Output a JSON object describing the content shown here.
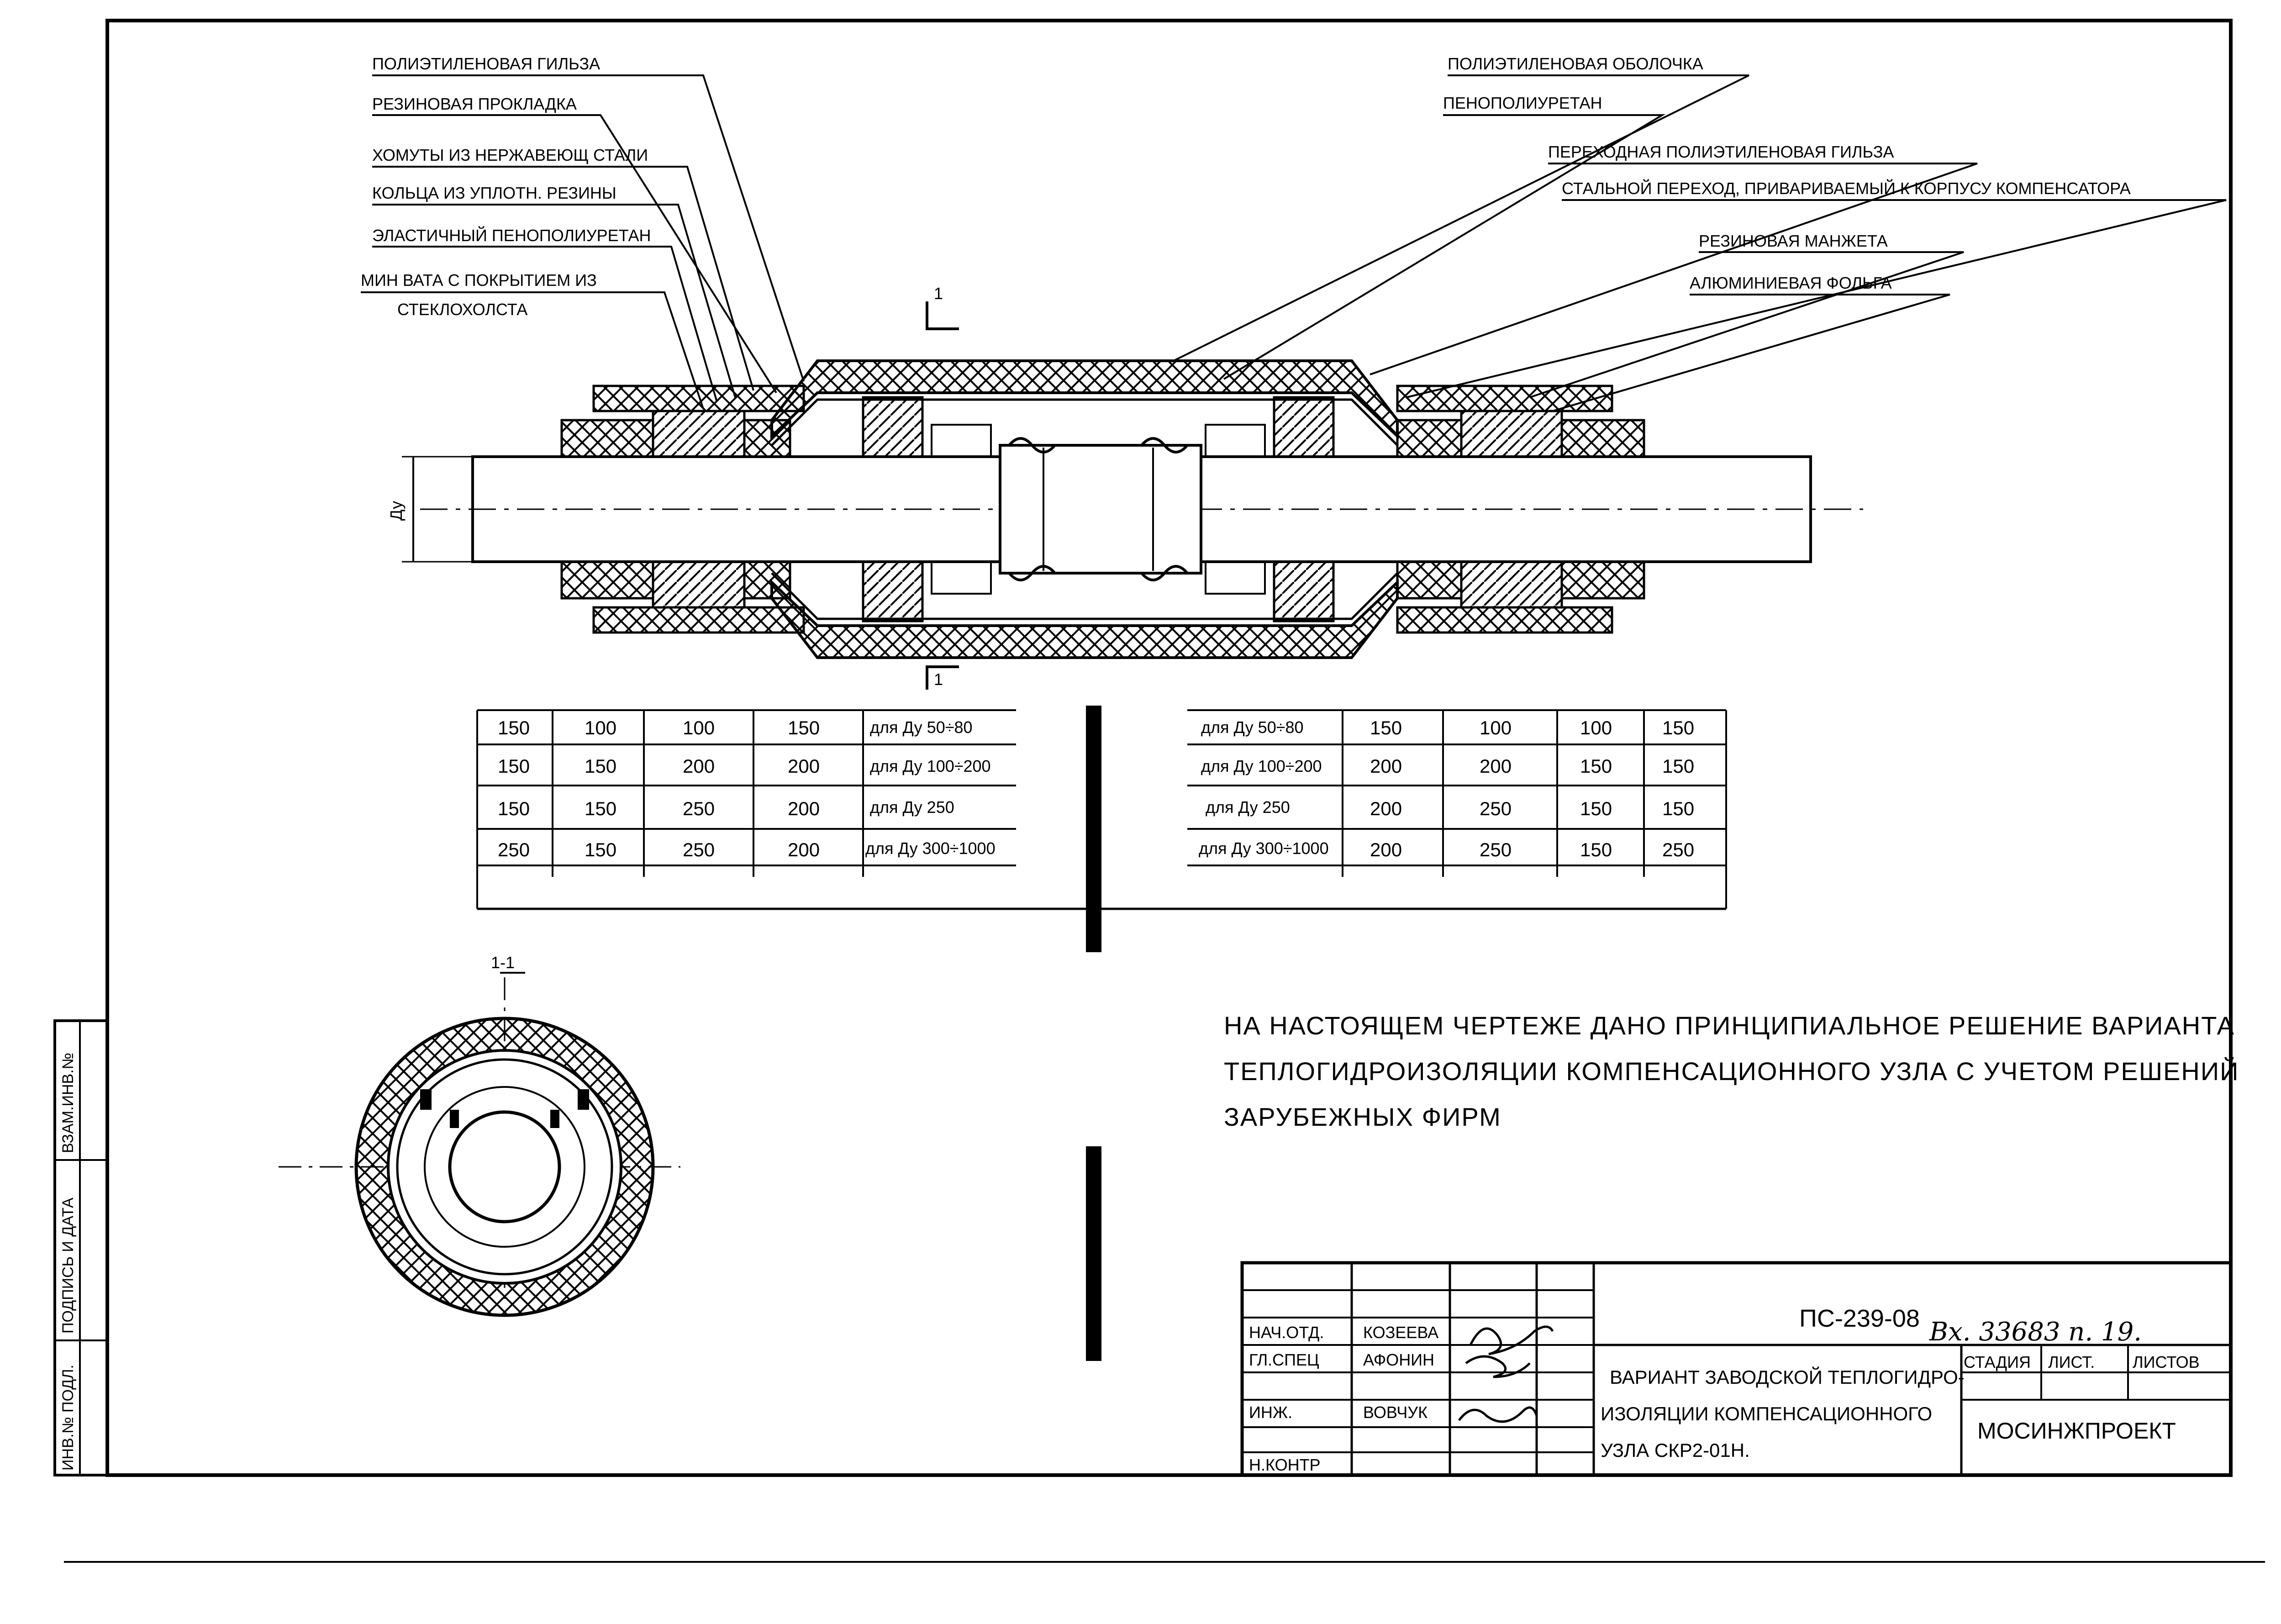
{
  "labels_left": [
    "ПОЛИЭТИЛЕНОВАЯ  ГИЛЬЗА",
    "РЕЗИНОВАЯ ПРОКЛАДКА",
    "ХОМУТЫ ИЗ НЕРЖАВЕЮЩ СТАЛИ",
    "КОЛЬЦА ИЗ УПЛОТН. РЕЗИНЫ",
    "ЭЛАСТИЧНЫЙ ПЕНОПОЛИУРЕТАН",
    "МИН ВАТА С ПОКРЫТИЕМ ИЗ",
    "СТЕКЛОХОЛСТА"
  ],
  "labels_right": [
    "ПОЛИЭТИЛЕНОВАЯ ОБОЛОЧКА",
    "ПЕНОПОЛИУРЕТАН",
    "ПЕРЕХОДНАЯ ПОЛИЭТИЛЕНОВАЯ  ГИЛЬЗА",
    "СТАЛЬНОЙ ПЕРЕХОД, ПРИВАРИВАЕМЫЙ К КОРПУСУ КОМПЕНСАТОРА",
    "РЕЗИНОВАЯ МАНЖЕТА",
    "АЛЮМИНИЕВАЯ ФОЛЬГА"
  ],
  "section_mark": "1",
  "dim_du": "Ду",
  "section_title": "1-1",
  "table_left": [
    [
      "150",
      "100",
      "100",
      "150",
      "для Ду 50÷80"
    ],
    [
      "150",
      "150",
      "200",
      "200",
      "для Ду 100÷200"
    ],
    [
      "150",
      "150",
      "250",
      "200",
      "для Ду 250"
    ],
    [
      "250",
      "150",
      "250",
      "200",
      "для Ду 300÷1000"
    ]
  ],
  "table_right": [
    [
      "для Ду 50÷80",
      "150",
      "100",
      "100",
      "150"
    ],
    [
      "для Ду 100÷200",
      "200",
      "200",
      "150",
      "150"
    ],
    [
      "для Ду 250",
      "200",
      "250",
      "150",
      "150"
    ],
    [
      "для Ду 300÷1000",
      "200",
      "250",
      "150",
      "250"
    ]
  ],
  "note_lines": [
    "НА  НАСТОЯЩЕМ  ЧЕРТЕЖЕ  ДАНО  ПРИНЦИПИАЛЬНОЕ  РЕШЕНИЕ  ВАРИАНТА",
    "ТЕПЛОГИДРОИЗОЛЯЦИИ    КОМПЕНСАЦИОННОГО   УЗЛА   С УЧЕТОМ  РЕШЕНИЙ",
    "ЗАРУБЕЖНЫХ  ФИРМ"
  ],
  "title_block": {
    "doc_code": "ПС-239-08",
    "handwritten_ref": "Вх. 33683 п. 19.",
    "roles": [
      "НАЧ.ОТД.",
      "ГЛ.СПЕЦ",
      "",
      "ИНЖ.",
      "",
      "Н.КОНТР"
    ],
    "names": [
      "КОЗЕЕВА",
      "АФОНИН",
      "",
      "ВОВЧУК",
      "",
      ""
    ],
    "title_lines": [
      "ВАРИАНТ ЗАВОДСКОЙ ТЕПЛОГИДРО-",
      "ИЗОЛЯЦИИ КОМПЕНСАЦИОННОГО",
      "УЗЛА СКР2-01Н."
    ],
    "headers": [
      "СТАДИЯ",
      "ЛИСТ.",
      "ЛИСТОВ"
    ],
    "org": "МОСИНЖПРОЕКТ"
  },
  "side_stamp": [
    "ИНВ.№ ПОДЛ.",
    "ПОДПИСЬ И ДАТА",
    "ВЗАМ.ИНВ.№"
  ]
}
